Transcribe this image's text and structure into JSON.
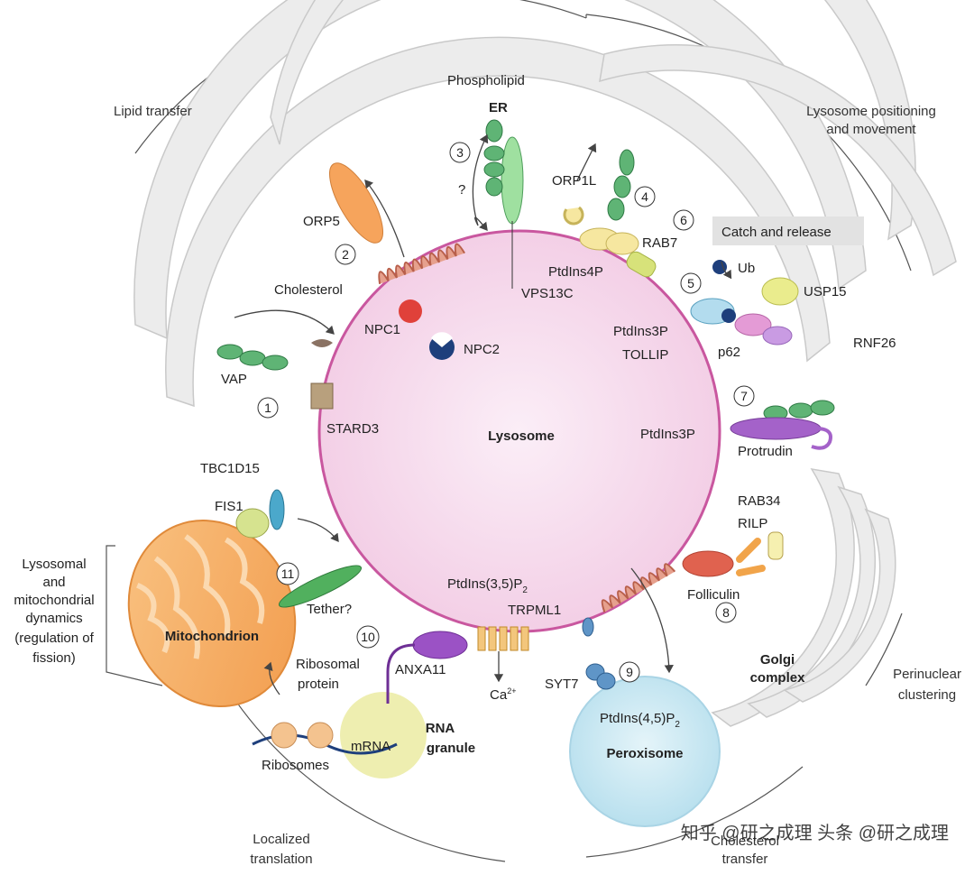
{
  "categories": {
    "lipid_transfer": "Lipid transfer",
    "positioning": [
      "Lysosome positioning",
      "and movement"
    ],
    "dynamics": [
      "Lysosomal",
      "and",
      "mitochondrial",
      "dynamics",
      "(regulation of",
      "fission)"
    ],
    "localized": [
      "Localized",
      "translation"
    ],
    "perinuclear": [
      "Perinuclear",
      "clustering"
    ],
    "cholesterol_transfer": [
      "Cholesterol",
      "transfer"
    ]
  },
  "organelles": {
    "er": "ER",
    "lysosome": "Lysosome",
    "mitochondrion": "Mitochondrion",
    "rna_granule": [
      "RNA",
      "granule"
    ],
    "peroxisome": "Peroxisome",
    "golgi": [
      "Golgi",
      "complex"
    ]
  },
  "proteins": {
    "phospholipid": "Phospholipid",
    "question": "?",
    "orp5": "ORP5",
    "orp1l": "ORP1L",
    "rab7": "RAB7",
    "ptdins4p": "PtdIns4P",
    "vps13c": "VPS13C",
    "cholesterol": "Cholesterol",
    "npc1": "NPC1",
    "npc2": "NPC2",
    "vap": "VAP",
    "stard3": "STARD3",
    "catch_release": "Catch and release",
    "ub": "Ub",
    "usp15": "USP15",
    "ptdins3p_a": "PtdIns3P",
    "tollip": "TOLLIP",
    "p62": "p62",
    "rnf26": "RNF26",
    "ptdins3p_b": "PtdIns3P",
    "protrudin": "Protrudin",
    "tbc1d15": "TBC1D15",
    "fis1": "FIS1",
    "tether": "Tether?",
    "ptdins35p2": "PtdIns(3,5)P",
    "p2_sub": "2",
    "trpml1": "TRPML1",
    "ca": "Ca",
    "ca_sup": "2+",
    "anxa11": "ANXA11",
    "ribosomal_protein": [
      "Ribosomal",
      "protein"
    ],
    "ribosomes": "Ribosomes",
    "mrna": "mRNA",
    "syt7": "SYT7",
    "ptdins45p2": "PtdIns(4,5)P",
    "p2_sub_b": "2",
    "rab34": "RAB34",
    "rilp": "RILP",
    "folliculin": "Folliculin"
  },
  "numbers": [
    "1",
    "2",
    "3",
    "4",
    "5",
    "6",
    "7",
    "8",
    "9",
    "10",
    "11"
  ],
  "watermark": "知乎 @研之成理  头条 @研之成理",
  "colors": {
    "lysosome_fill": "#f6dcef",
    "lysosome_stroke": "#c9579f",
    "er_fill": "#ececec",
    "mito_fill": "#f7b06a",
    "perox_fill": "#cde9f3",
    "rna_fill": "#eeeeb0",
    "transmembrane": "#d98a77",
    "green_protein": "#5fb475",
    "yellow_lipid": "#f0c43c",
    "navy": "#1e3f7c"
  }
}
